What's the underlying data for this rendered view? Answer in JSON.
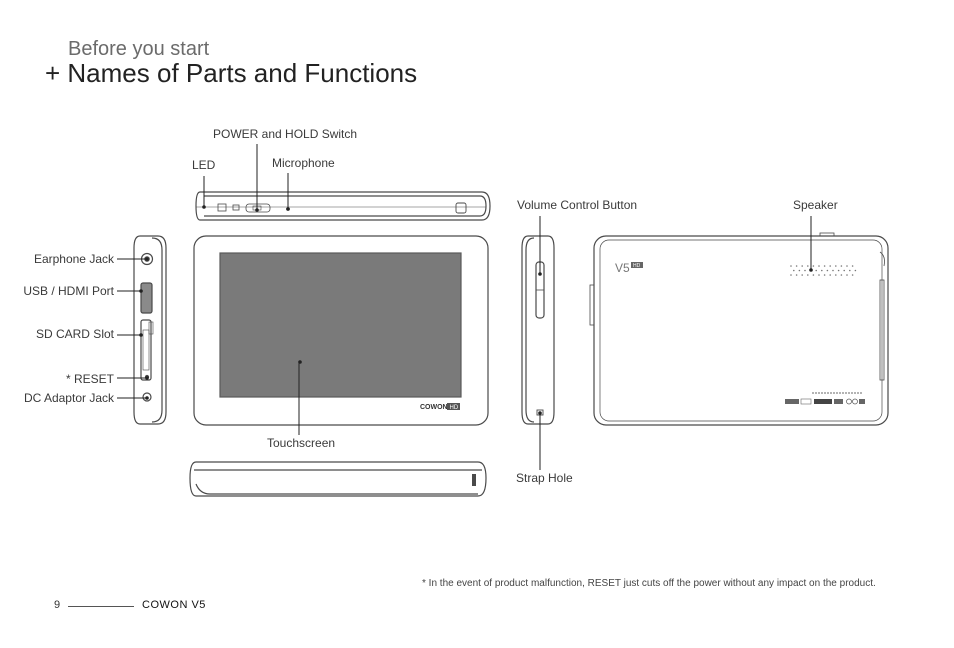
{
  "header": {
    "subtitle": "Before you start",
    "title": "+ Names of Parts and Functions"
  },
  "labels": {
    "power_hold": "POWER and HOLD Switch",
    "led": "LED",
    "microphone": "Microphone",
    "volume": "Volume Control Button",
    "speaker": "Speaker",
    "earphone": "Earphone Jack",
    "usb_hdmi": "USB / HDMI Port",
    "sd_card": "SD CARD Slot",
    "reset": "* RESET",
    "dc_adaptor": "DC Adaptor Jack",
    "touchscreen": "Touchscreen",
    "strap_hole": "Strap Hole"
  },
  "device": {
    "front_logo": "COWON",
    "front_logo_badge": "HD",
    "back_model": "V5",
    "back_model_badge": "HD"
  },
  "footnote": "* In the event of product malfunction, RESET just cuts off the power without any impact on the product.",
  "footer": {
    "page_number": "9",
    "brand": "COWON V5"
  },
  "colors": {
    "outline": "#4a4a4a",
    "screen": "#7a7a7a",
    "leader": "#222222"
  }
}
